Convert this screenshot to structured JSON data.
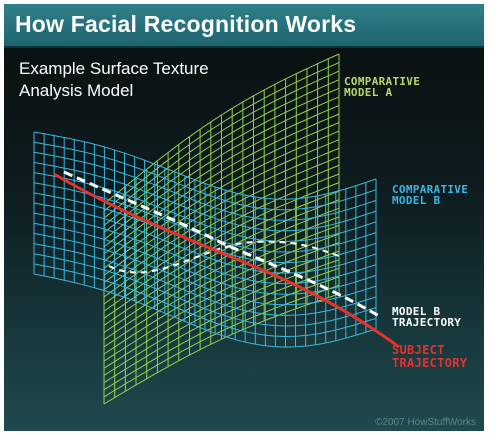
{
  "header": {
    "title": "How Facial Recognition Works"
  },
  "subtitle": {
    "line1": "Example Surface Texture",
    "line2": "Analysis Model"
  },
  "labels": {
    "model_a": [
      "COMPARATIVE",
      "MODEL A"
    ],
    "model_b": [
      "COMPARATIVE",
      "MODEL B"
    ],
    "model_b_trajectory": [
      "MODEL B",
      "TRAJECTORY"
    ],
    "subject_trajectory": [
      "SUBJECT",
      "TRAJECTORY"
    ]
  },
  "copyright": "©2007 HowStuffWorks",
  "colors": {
    "header_bg": "#1f6570",
    "model_a": "#8fd14f",
    "model_b": "#3bb7e0",
    "model_b_trajectory": "#ffffff",
    "subject_trajectory": "#e8302c"
  }
}
